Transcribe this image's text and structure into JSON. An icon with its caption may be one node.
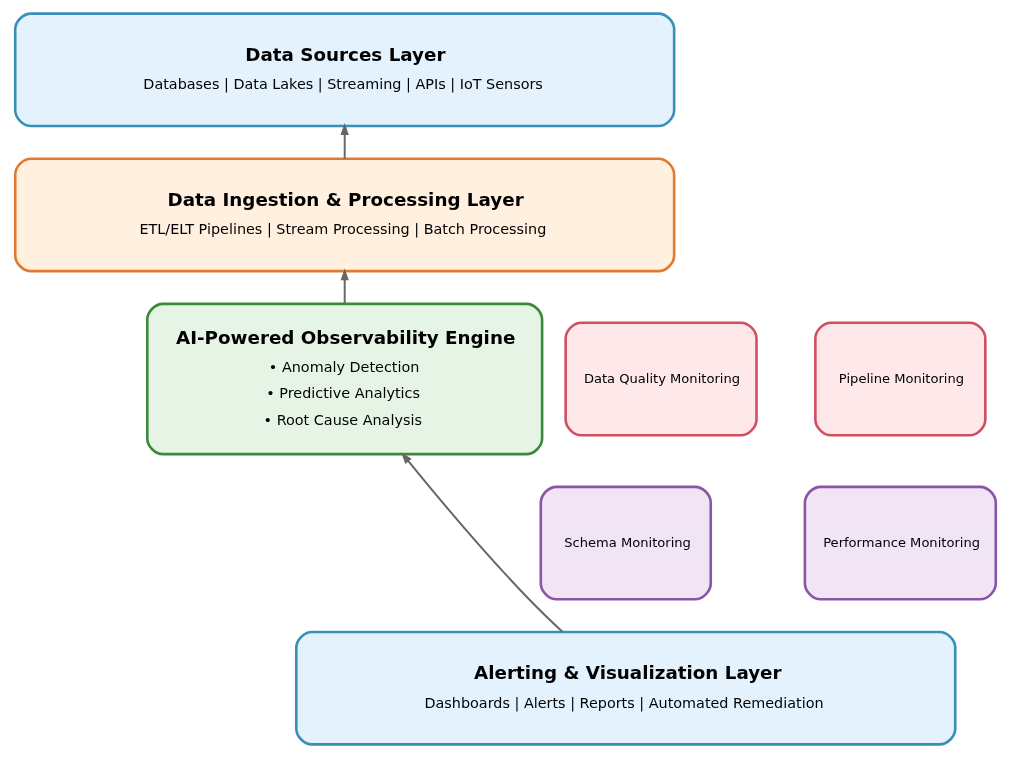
{
  "diagram": {
    "nodes": [
      {
        "text": [
          "Data Sources Layer",
          "Databases | Data Lakes | Streaming | APIs | IoT Sensors"
        ]
      },
      {
        "text": [
          "Data Ingestion & Processing Layer",
          "ETL/ELT Pipelines | Stream Processing | Batch Processing"
        ]
      },
      {
        "text": [
          "AI-Powered Observability Engine",
          "• Anomaly Detection",
          "• Predictive Analytics",
          "• Root Cause Analysis"
        ]
      },
      {
        "text": [
          "Data Quality Monitoring"
        ]
      },
      {
        "text": [
          "Pipeline Monitoring"
        ]
      },
      {
        "text": [
          "Schema Monitoring"
        ]
      },
      {
        "text": [
          "Performance Monitoring"
        ]
      },
      {
        "text": [
          "Alerting & Visualization Layer",
          "Dashboards | Alerts | Reports | Automated Remediation"
        ]
      }
    ],
    "edges": [
      {
        "from": 1,
        "to": 0,
        "arrow": "to"
      },
      {
        "from": 2,
        "to": 1,
        "arrow": "to"
      },
      {
        "from": 7,
        "to": 2,
        "arrow": "to"
      }
    ]
  }
}
